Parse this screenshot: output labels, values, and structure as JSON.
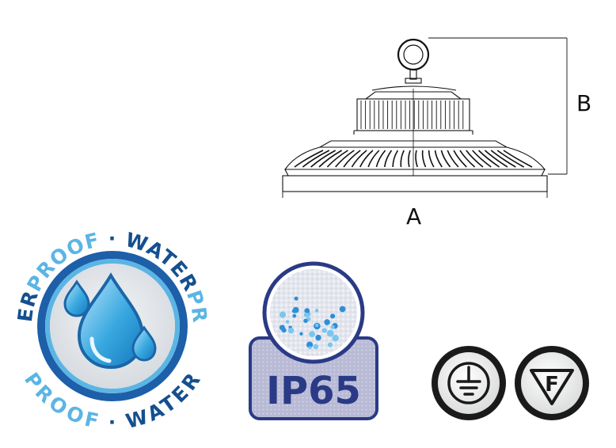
{
  "drawing": {
    "dimension_a_label": "A",
    "dimension_b_label": "B"
  },
  "badges": {
    "waterproof": {
      "word_dark": "WATER",
      "word_light": "PROOF",
      "separator": "·",
      "color_dark": "#14508f",
      "color_light": "#5bb5e4"
    },
    "ip_rating": {
      "label": "IP65",
      "color": "#2a3a86"
    },
    "class_symbols": {
      "f_mark_letter": "F"
    }
  }
}
